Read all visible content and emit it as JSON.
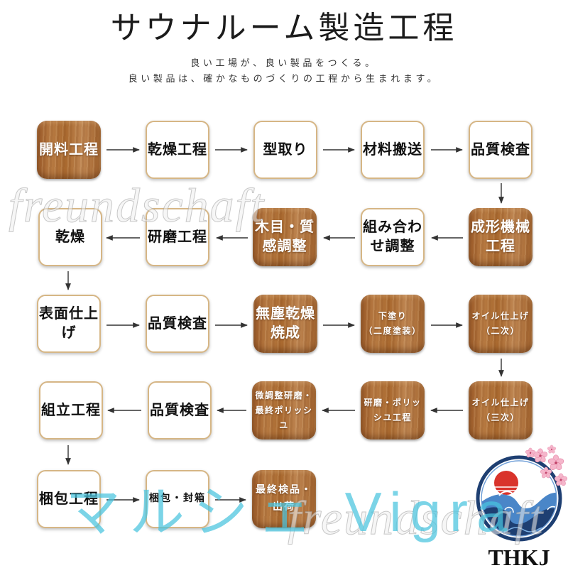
{
  "title": "サウナルーム製造工程",
  "subtitle": {
    "line1": "良い工場が、良い製品をつくる。",
    "line2": "良い製品は、確かなものづくりの工程から生まれます。"
  },
  "steps": [
    {
      "lines": [
        "開料工程"
      ],
      "fill": "#a8692f"
    },
    {
      "lines": [
        "乾燥工程"
      ],
      "fill": "#ffffff"
    },
    {
      "lines": [
        "型取り"
      ],
      "fill": "#ffffff"
    },
    {
      "lines": [
        "材料搬送"
      ],
      "fill": "#ffffff"
    },
    {
      "lines": [
        "品質検査"
      ],
      "fill": "#ffffff"
    },
    {
      "lines": [
        "成形機械",
        "工程"
      ],
      "fill": "#a8692f"
    },
    {
      "lines": [
        "組み合わ",
        "せ調整"
      ],
      "fill": "#ffffff"
    },
    {
      "lines": [
        "木目・質",
        "感調整"
      ],
      "fill": "#a8692f"
    },
    {
      "lines": [
        "研磨工程"
      ],
      "fill": "#ffffff"
    },
    {
      "lines": [
        "乾燥"
      ],
      "fill": "#ffffff"
    },
    {
      "lines": [
        "表面仕上",
        "げ"
      ],
      "fill": "#ffffff"
    },
    {
      "lines": [
        "品質検査"
      ],
      "fill": "#ffffff"
    },
    {
      "lines": [
        "無塵乾燥",
        "焼成"
      ],
      "fill": "#a8692f"
    },
    {
      "lines": [
        "下塗り",
        "（二度塗装）"
      ],
      "fill": "#a8692f"
    },
    {
      "lines": [
        "オイル仕上げ",
        "（二次）"
      ],
      "fill": "#a8692f"
    },
    {
      "lines": [
        "オイル仕上げ",
        "（三次）"
      ],
      "fill": "#a8692f"
    },
    {
      "lines": [
        "研磨・ポリッ",
        "シユ工程"
      ],
      "fill": "#a8692f"
    },
    {
      "lines": [
        "微調整研磨・",
        "最終ポリッシ",
        "ユ"
      ],
      "fill": "#a8692f"
    },
    {
      "lines": [
        "品質検査"
      ],
      "fill": "#ffffff"
    },
    {
      "lines": [
        "組立工程"
      ],
      "fill": "#ffffff"
    },
    {
      "lines": [
        "梱包工程"
      ],
      "fill": "#ffffff"
    },
    {
      "lines": [
        "梱包・封箱"
      ],
      "fill": "#ffffff"
    },
    {
      "lines": [
        "最終検品・",
        "出荷"
      ],
      "fill": "#a8692f"
    }
  ],
  "watermarks": {
    "text_1": "freundschaft",
    "text_2": "freundschaft",
    "brand": "マルシェ Vigra"
  },
  "logo": {
    "text": "THKJ",
    "icons": [
      "sun-icon",
      "wave-icon",
      "cherry-blossom-icon"
    ]
  },
  "colors": {
    "wood": "#a8692f",
    "box_border": "#d6b685",
    "arrow": "#333333",
    "watermark_brand": "#48c4de",
    "logo_navy": "#1e3f72",
    "logo_sun": "#d9332b",
    "logo_blossom": "#f5b6cb"
  }
}
